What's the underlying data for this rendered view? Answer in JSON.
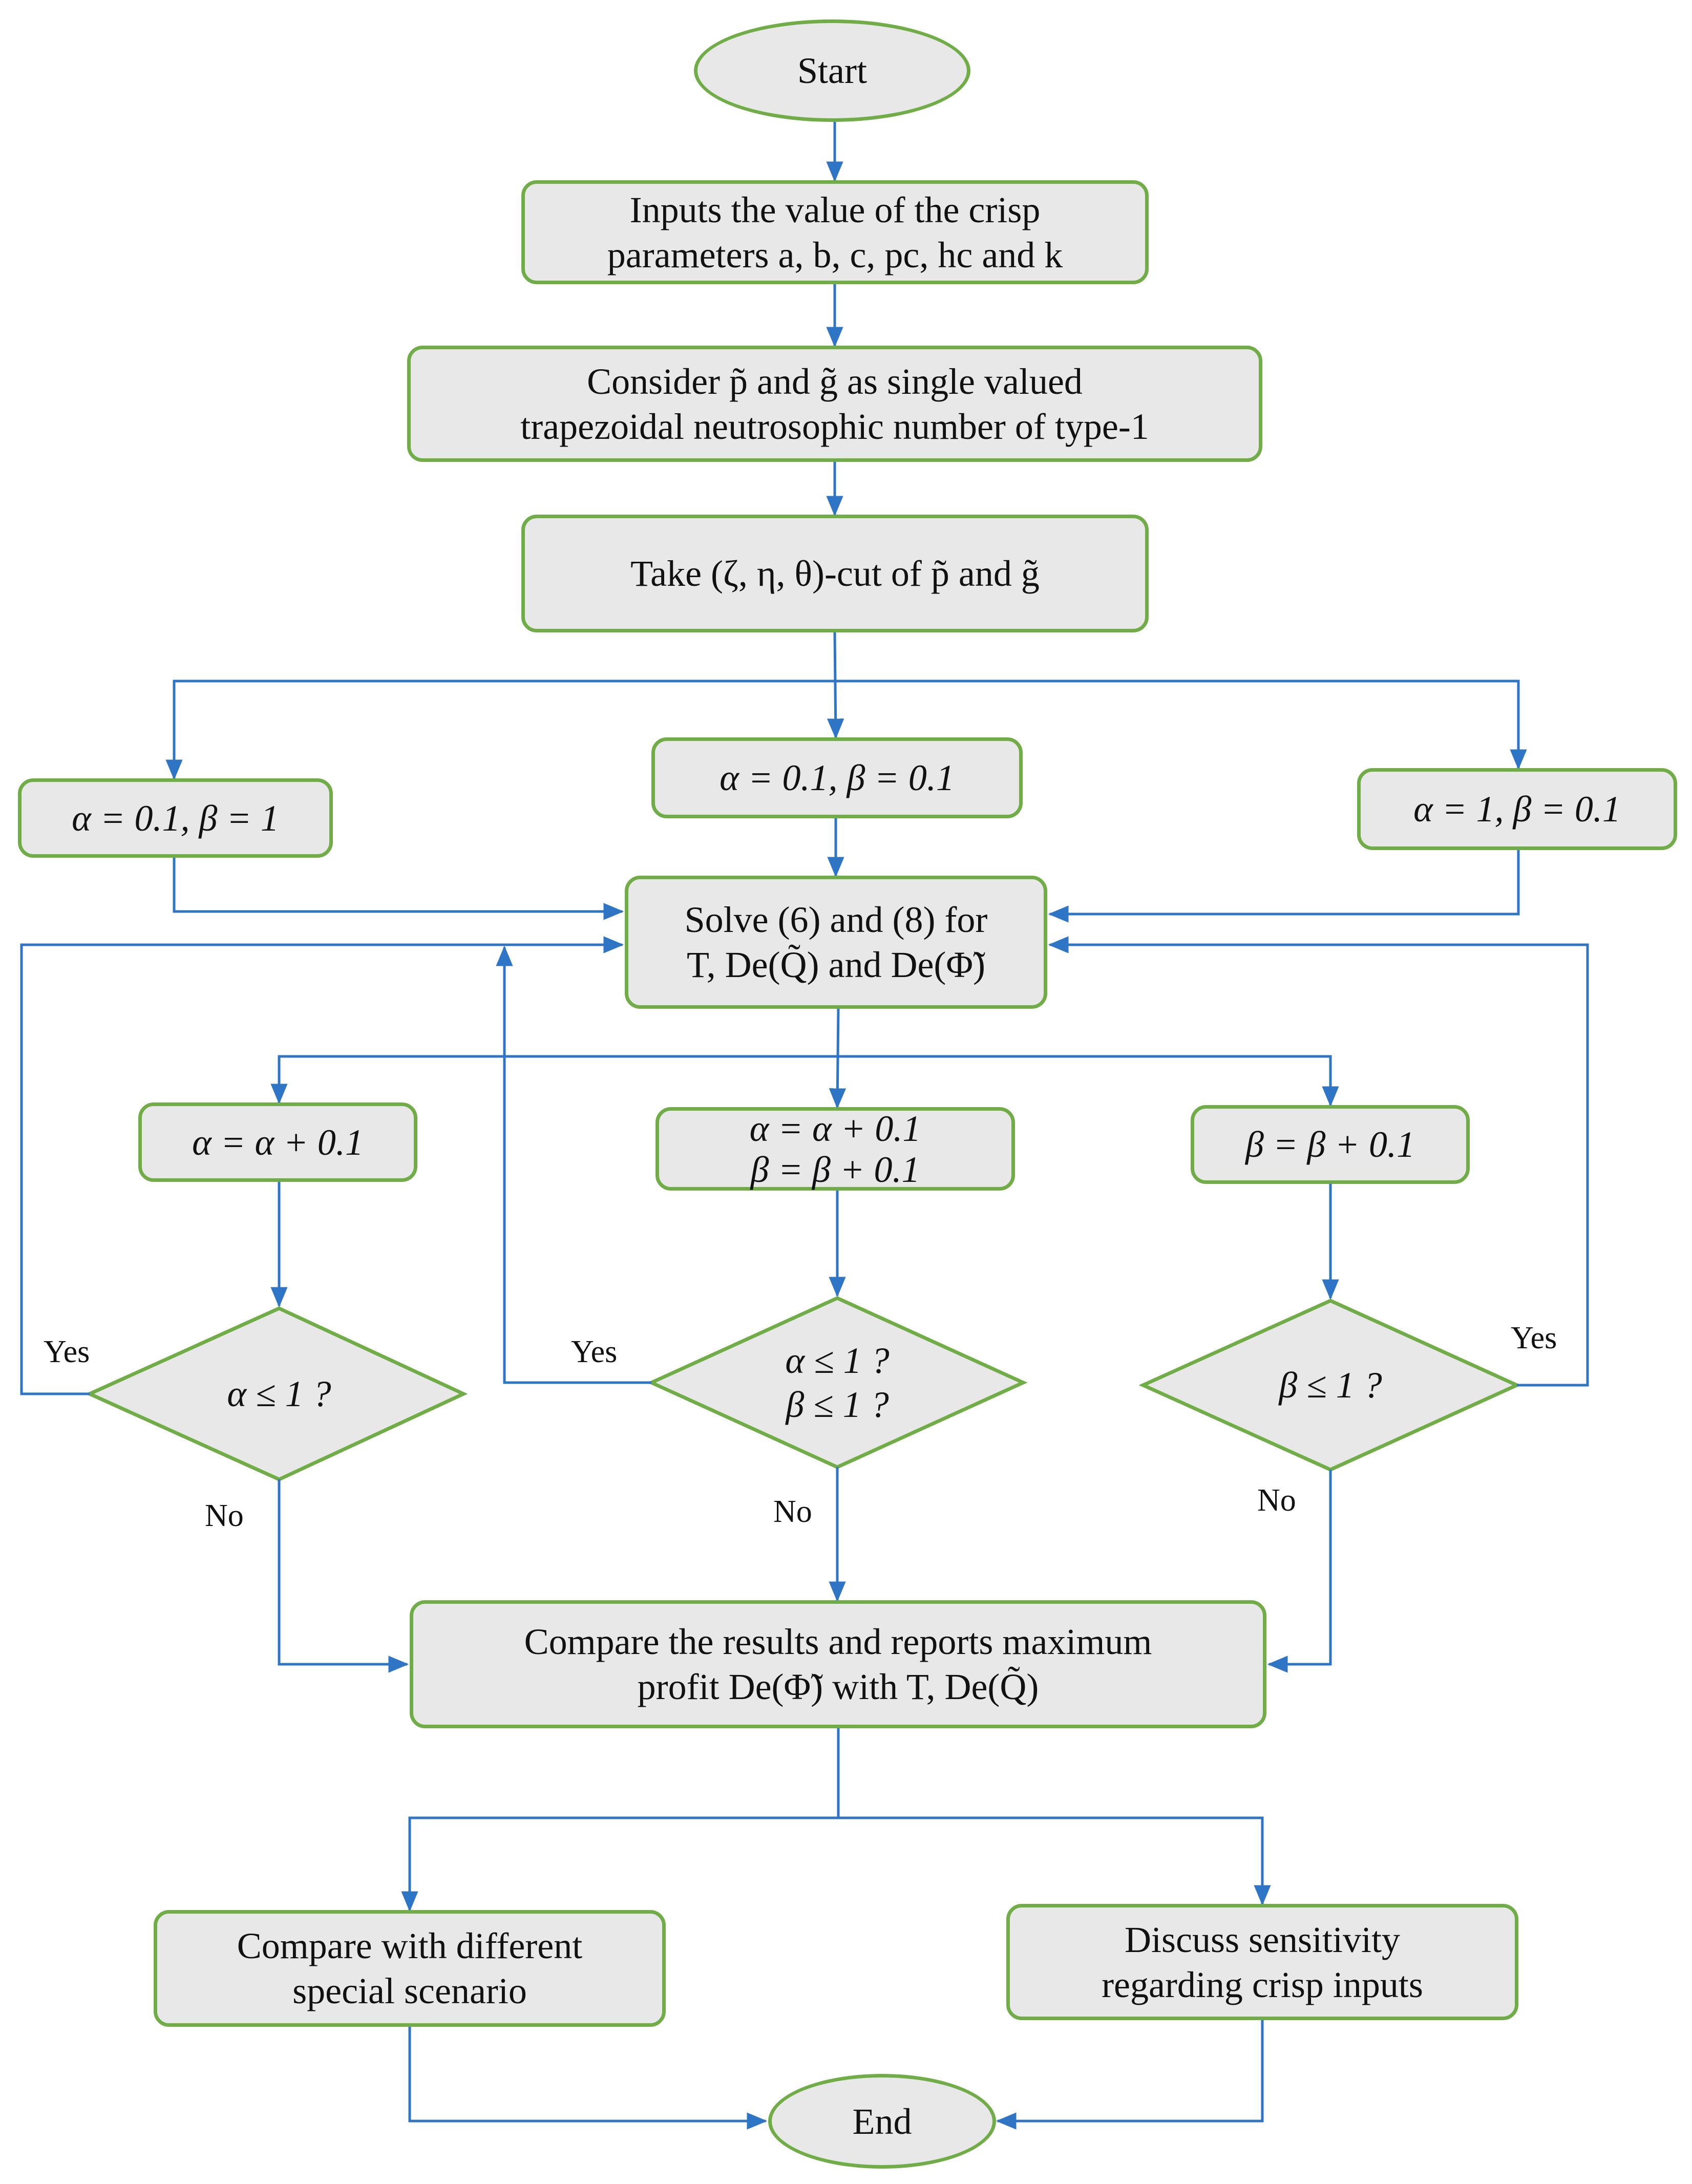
{
  "nodes": {
    "start": "Start",
    "inputs": {
      "line1": "Inputs the value of the crisp",
      "line2": "parameters  a, b, c, pc, hc and k"
    },
    "consider": {
      "line1": "Consider p̃ and g̃ as  single valued",
      "line2": "trapezoidal neutrosophic number of type-1"
    },
    "take_cut": "Take (ζ, η, θ)-cut of p̃ and g̃",
    "case_left": "α = 0.1, β = 1",
    "case_mid": "α = 0.1, β = 0.1",
    "case_right": "α = 1, β = 0.1",
    "solve": {
      "line1": "Solve (6) and (8) for",
      "line2": "T, De(Q̃) and De(Φ̃)"
    },
    "inc_left": "α = α + 0.1",
    "inc_mid": {
      "line1": "α = α + 0.1",
      "line2": "β = β + 0.1"
    },
    "inc_right": "β = β + 0.1",
    "dec_left": "α ≤ 1 ?",
    "dec_mid": {
      "line1": "α ≤ 1 ?",
      "line2": "β ≤ 1 ?"
    },
    "dec_right": "β ≤ 1 ?",
    "compare": {
      "line1": "Compare the results and reports maximum",
      "line2": "profit De(Φ̃) with T, De(Q̃)"
    },
    "special": {
      "line1": "Compare with different",
      "line2": "special scenario"
    },
    "sensitivity": {
      "line1": "Discuss sensitivity",
      "line2": "regarding crisp inputs"
    },
    "end": "End"
  },
  "labels": {
    "yes_left": "Yes",
    "yes_mid": "Yes",
    "yes_right": "Yes",
    "no_left": "No",
    "no_mid": "No",
    "no_right": "No"
  },
  "colors": {
    "node_fill": "#e8e8e8",
    "node_border": "#70ad47",
    "arrow": "#2e75c5"
  }
}
